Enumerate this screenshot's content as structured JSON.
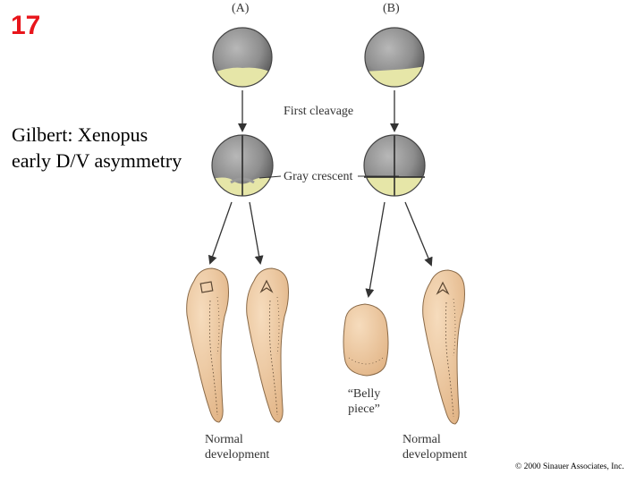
{
  "slide": {
    "number": "17",
    "title_line1": "Gilbert: Xenopus",
    "title_line2": "early D/V asymmetry",
    "number_color": "#e8151b"
  },
  "diagram": {
    "panel_a": "(A)",
    "panel_b": "(B)",
    "first_cleavage": "First cleavage",
    "gray_crescent": "Gray crescent",
    "belly_piece_line1": "“Belly",
    "belly_piece_line2": "piece”",
    "normal_development_line1": "Normal",
    "normal_development_line2": "development",
    "copyright": "© 2000 Sinauer Associates, Inc.",
    "colors": {
      "egg_gray": "#8e8e8e",
      "yolk": "#e6e6a8",
      "embryo_tan": "#efc9a0",
      "arrow": "#333333"
    }
  }
}
